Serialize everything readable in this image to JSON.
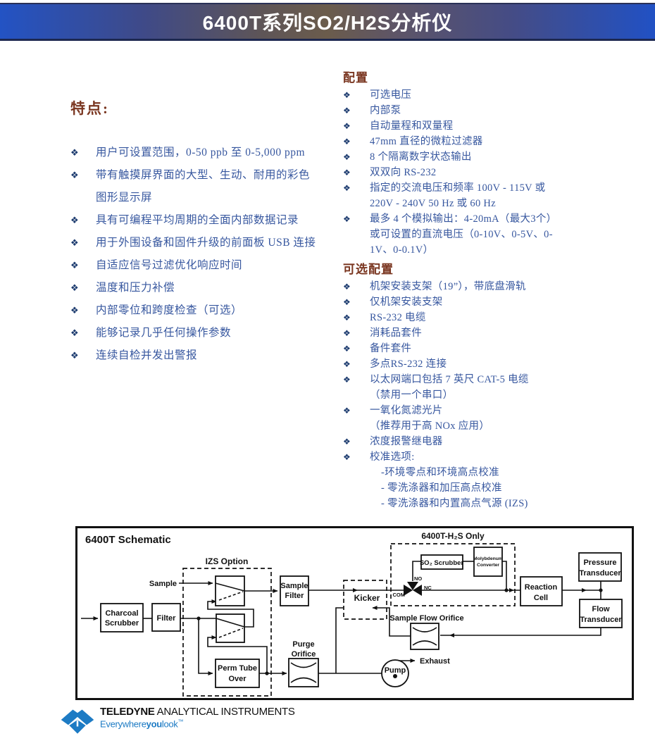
{
  "header": {
    "title": "6400T系列SO2/H2S分析仪"
  },
  "colors": {
    "banner_blue": "#2353c4",
    "banner_brown_center": "#6b5c4c",
    "heading_rust": "#7a3620",
    "body_text_blue": "#37579f",
    "bullet_navy": "#1b3a6e",
    "logo_blue": "#1d7bc4"
  },
  "features": {
    "heading": "特点:",
    "items": [
      {
        "b": "❖",
        "t": "用户可设置范围，0-50 ppb 至 0-5,000 ppm"
      },
      {
        "b": "❖",
        "t": "带有触摸屏界面的大型、生动、耐用的彩色"
      },
      {
        "b": "",
        "t": "图形显示屏"
      },
      {
        "b": "❖",
        "t": "具有可编程平均周期的全面内部数据记录"
      },
      {
        "b": "❖",
        "t": "用于外围设备和固件升级的前面板 USB 连接"
      },
      {
        "b": "❖",
        "t": "自适应信号过滤优化响应时间"
      },
      {
        "b": "❖",
        "t": "温度和压力补偿"
      },
      {
        "b": "❖",
        "t": "内部零位和跨度检查（可选）"
      },
      {
        "b": "❖",
        "t": "能够记录几乎任何操作参数"
      },
      {
        "b": "❖",
        "t": "连续自检并发出警报"
      }
    ]
  },
  "config": {
    "heading": "配置",
    "items": [
      {
        "b": "❖",
        "t": "可选电压"
      },
      {
        "b": "❖",
        "t": "内部泵"
      },
      {
        "b": "❖",
        "t": "自动量程和双量程"
      },
      {
        "b": "❖",
        "t": "47mm 直径的微粒过滤器"
      },
      {
        "b": "❖",
        "t": "8 个隔离数字状态输出"
      },
      {
        "b": "❖",
        "t": "双双向 RS-232"
      },
      {
        "b": "❖",
        "t": "指定的交流电压和频率 100V - 115V 或"
      },
      {
        "b": "",
        "t": "220V - 240V 50 Hz 或 60 Hz"
      },
      {
        "b": "❖",
        "t": "最多 4 个模拟输出：4-20mA（最大3个）"
      },
      {
        "b": "",
        "t": "或可设置的直流电压（0-10V、0-5V、0-"
      },
      {
        "b": "",
        "t": "1V、0-0.1V）"
      }
    ]
  },
  "optional": {
    "heading": "可选配置",
    "items": [
      {
        "b": "❖",
        "t": "机架安装支架（19”），带底盘滑轨"
      },
      {
        "b": "❖",
        "t": "仅机架安装支架"
      },
      {
        "b": "❖",
        "t": "RS-232 电缆"
      },
      {
        "b": "❖",
        "t": "消耗品套件"
      },
      {
        "b": "❖",
        "t": "备件套件"
      },
      {
        "b": "❖",
        "t": "多点RS-232 连接"
      },
      {
        "b": "❖",
        "t": "以太网端口包括 7 英尺 CAT-5 电缆"
      },
      {
        "b": "",
        "t": "（禁用一个串口）"
      },
      {
        "b": "❖",
        "t": "一氧化氮滤光片"
      },
      {
        "b": "",
        "t": "（推荐用于高 NOx 应用）"
      },
      {
        "b": "❖",
        "t": "浓度报警继电器"
      },
      {
        "b": "❖",
        "t": "校准选项:"
      },
      {
        "b": "",
        "t": "-环境零点和环境高点校准",
        "ind": 16
      },
      {
        "b": "",
        "t": "- 零洗涤器和加压高点校准",
        "ind": 16
      },
      {
        "b": "",
        "t": "- 零洗涤器和内置高点气源 (IZS)",
        "ind": 16
      }
    ]
  },
  "schematic": {
    "title": "6400T Schematic",
    "sample_in": "Sample",
    "charcoal": [
      "Charcoal",
      "Scrubber"
    ],
    "filter": "Filter",
    "izs": "IZS Option",
    "sample_filter": [
      "Sample",
      "Filter"
    ],
    "perm": [
      "Perm Tube",
      "Over"
    ],
    "purge": [
      "Purge",
      "Orifice"
    ],
    "kicker": "Kicker",
    "h2s_only": "6400T-H₂S Only",
    "so2": "SO₂ Scrubber",
    "moly": [
      "Molybdenum",
      "Converter"
    ],
    "no": "NO",
    "nc": "NC",
    "com": "COM",
    "reaction": [
      "Reaction",
      "Cell"
    ],
    "pressure": [
      "Pressure",
      "Transducer"
    ],
    "flow": [
      "Flow",
      "Transducer"
    ],
    "sfo": "Sample Flow Orifice",
    "exhaust": "Exhaust",
    "pump": "Pump"
  },
  "footer": {
    "brand": "TELEDYNE",
    "brand_rest": " ANALYTICAL INSTRUMENTS",
    "tag1": "Everywhere",
    "tag2": "you",
    "tag3": "look",
    "tm": "™"
  }
}
